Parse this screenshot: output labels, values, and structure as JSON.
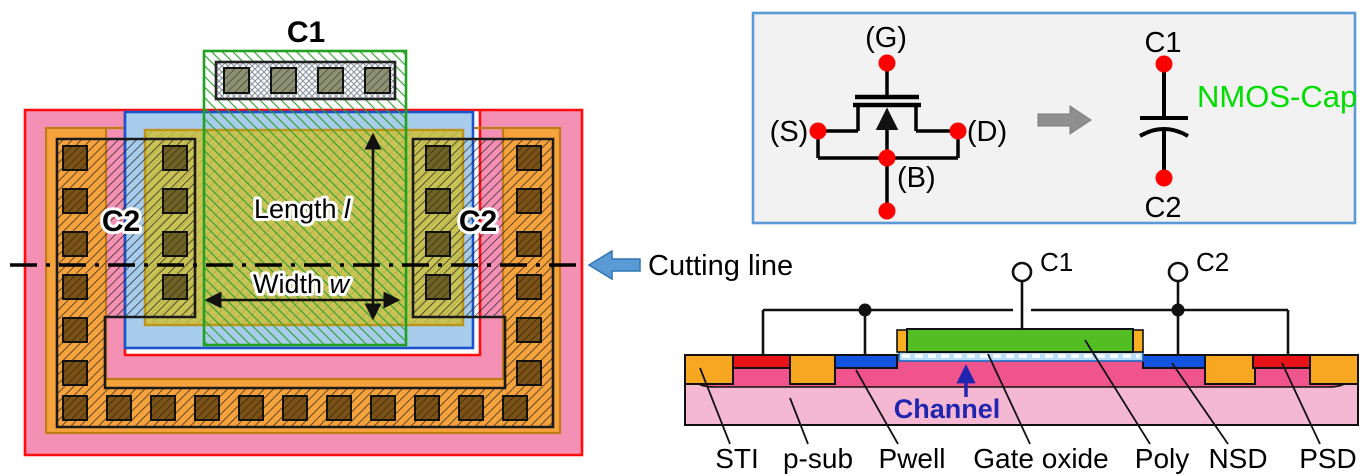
{
  "layout": {
    "c1_label": "C1",
    "c2_left_label": "C2",
    "c2_right_label": "C2",
    "length_text": "Length ",
    "length_symbol": "l",
    "width_text": "Width ",
    "width_symbol": "w",
    "cutting_line_label": "Cutting line"
  },
  "schematic": {
    "gate_label": "(G)",
    "source_label": "(S)",
    "drain_label": "(D)",
    "bulk_label": "(B)",
    "c1_label": "C1",
    "c2_label": "C2",
    "title": "NMOS-Cap"
  },
  "cross_section": {
    "c1_label": "C1",
    "c2_label": "C2",
    "channel_label": "Channel",
    "layer_labels": [
      "STI",
      "p-sub",
      "Pwell",
      "Gate oxide",
      "Poly",
      "NSD",
      "PSD"
    ]
  },
  "colors": {
    "psub_ring_pink": "#F590B5",
    "ring_border_red": "#FF0D0D",
    "guard_ring_orange": "#F6A33D",
    "well_blue": "#A7CCEC",
    "active_olive": "#C9C355",
    "poly_green_hatch": "#2FA32F",
    "sti_orange": "#F8A820",
    "psd_red": "#E81318",
    "nsd_blue": "#1253E0",
    "poly_green": "#53BE21",
    "gate_oxide_blue": "#BBDEF8",
    "pwell_pink": "#F0548C",
    "psub_pink": "#F5B8D2",
    "schematic_box_border": "#5B9BD5",
    "schematic_box_fill": "#F2F2F2",
    "terminal_dot_red": "#FF0000",
    "nmos_cap_text_green": "#00DD00",
    "cutting_arrow_blue": "#5B9BD5",
    "transform_arrow_gray": "#8F8F8F",
    "channel_text_blue": "#2025B0"
  }
}
